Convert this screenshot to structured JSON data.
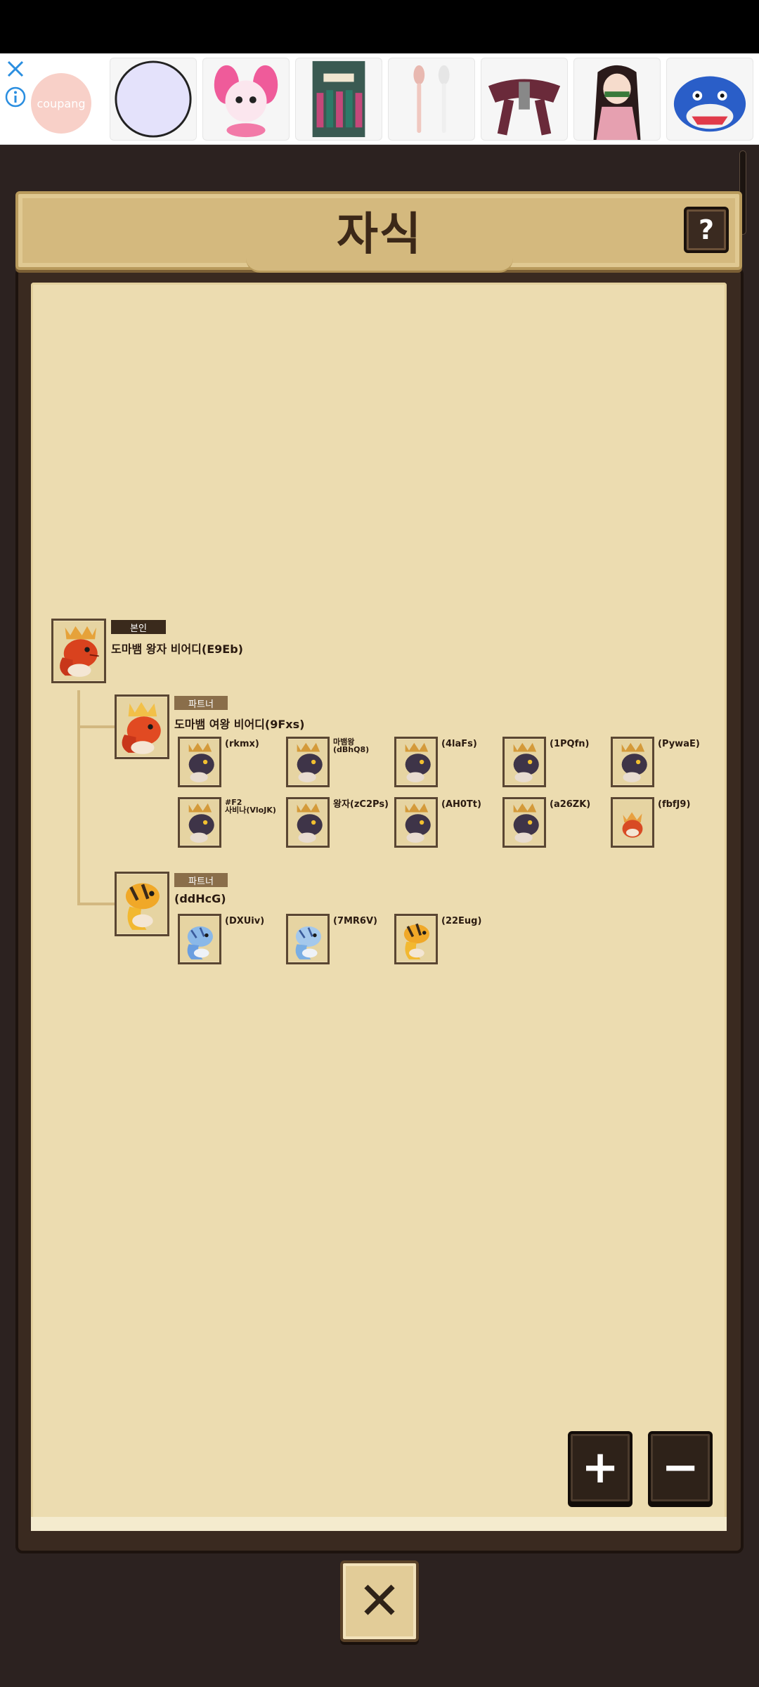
{
  "ad": {
    "logo_text": "coupang",
    "thumbs": [
      "plate-icon",
      "bunny-plush-icon",
      "drama-poster-icon",
      "spoon-icon",
      "harness-icon",
      "anime-figure-icon",
      "shark-bag-icon"
    ]
  },
  "header": {
    "title": "자식",
    "help_label": "?"
  },
  "tree": {
    "self": {
      "tag": "본인",
      "name": "도마뱀 왕자 비어디(E9Eb)"
    },
    "partners": [
      {
        "tag": "파트너",
        "name": "도마뱀 여왕 비어디(9Fxs)",
        "children": [
          {
            "label": "(rkmx)"
          },
          {
            "label": "마뱀왕(dBhQ8)"
          },
          {
            "label": "(4laFs)"
          },
          {
            "label": "(1PQfn)"
          },
          {
            "label": "(PywaE)"
          },
          {
            "label": "#F2\n사비나(VloJK)"
          },
          {
            "label": "왕자(zC2Ps)"
          },
          {
            "label": "(AH0Tt)"
          },
          {
            "label": "(a26ZK)"
          },
          {
            "label": "(fbfJ9)"
          }
        ]
      },
      {
        "tag": "파트너",
        "name": "(ddHcG)",
        "children": [
          {
            "label": "(DXUiv)"
          },
          {
            "label": "(7MR6V)"
          },
          {
            "label": "(22Eug)"
          }
        ]
      }
    ]
  },
  "controls": {
    "zoom_in": "+",
    "zoom_out": "−",
    "close": "✕"
  },
  "colors": {
    "paper": "#ecdcb0",
    "frame": "#3a2a20",
    "banner": "#d4b97e"
  }
}
